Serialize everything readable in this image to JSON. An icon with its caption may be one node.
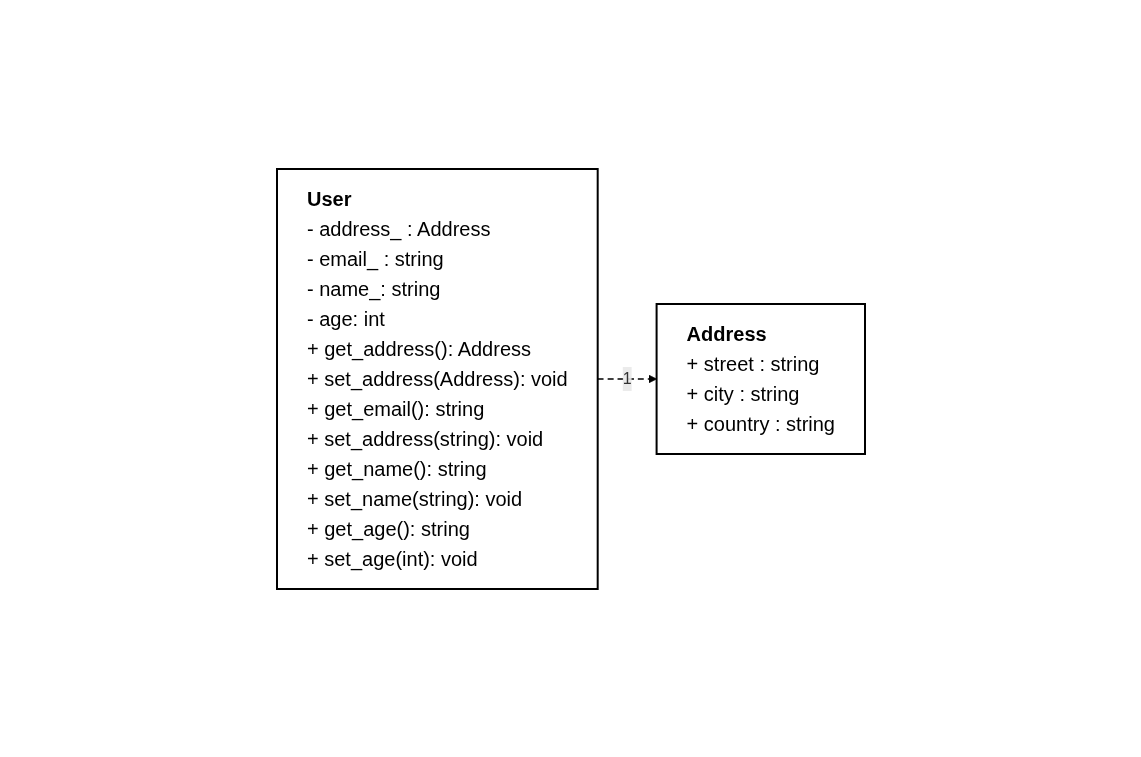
{
  "diagram": {
    "nodes": [
      {
        "text": [
          "User",
          "- address_ : Address",
          "- email_ : string",
          "- name_: string",
          "- age: int",
          "+ get_address(): Address",
          "+ set_address(Address): void",
          "+ get_email(): string",
          "+ set_address(string): void",
          "+ get_name(): string",
          "+ set_name(string): void",
          "+ get_age(): string",
          "+ set_age(int): void"
        ]
      },
      {
        "text": [
          "Address",
          "+ street : string",
          "+ city : string",
          "+ country : string"
        ]
      }
    ],
    "edges": [
      {
        "from": 0,
        "to": 1,
        "arrow": "to",
        "label": "1",
        "style": "dashed"
      }
    ]
  }
}
